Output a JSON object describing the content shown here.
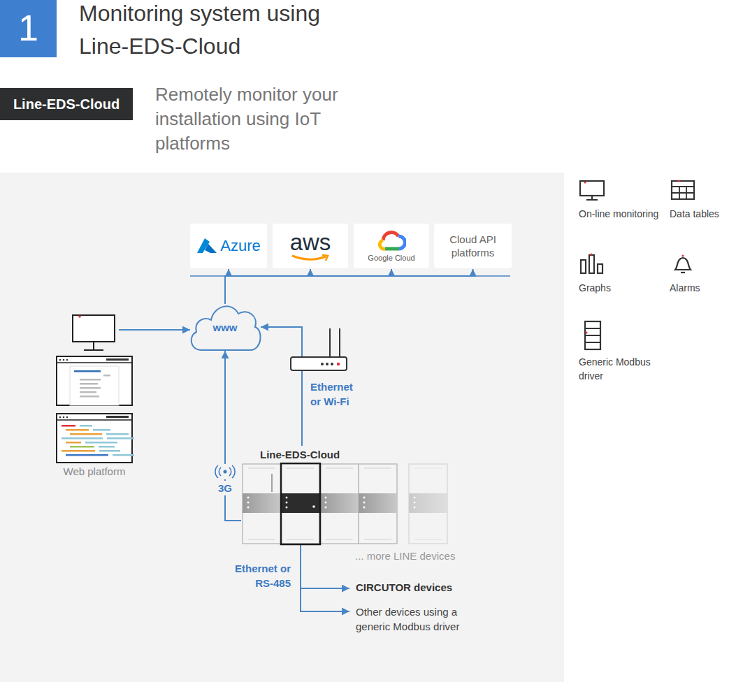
{
  "diagram": {
    "title": "Monitoring system using Line-EDS-Cloud",
    "nodes": [
      {
        "text": [
          "Line-EDS-Cloud"
        ]
      },
      {
        "text": [
          "Azure"
        ]
      },
      {
        "text": [
          "aws"
        ]
      },
      {
        "text": [
          "Google Cloud"
        ]
      },
      {
        "text": [
          "Cloud API platforms"
        ]
      },
      {
        "text": [
          "www"
        ]
      },
      {
        "text": [
          "Web platform"
        ]
      },
      {
        "text": [
          "Line-EDS-Cloud"
        ]
      },
      {
        "text": [
          "CIRCUTOR devices"
        ]
      },
      {
        "text": [
          "Other devices using a generic Modbus driver"
        ]
      }
    ],
    "edges": [
      {
        "from": 5,
        "to": 1,
        "arrow": "to"
      },
      {
        "from": 5,
        "to": 2,
        "arrow": "to"
      },
      {
        "from": 5,
        "to": 3,
        "arrow": "to"
      },
      {
        "from": 5,
        "to": 4,
        "arrow": "to"
      },
      {
        "from": 6,
        "to": 5,
        "arrow": "to"
      },
      {
        "from": 7,
        "to": 5,
        "label": "3G",
        "arrow": "to"
      },
      {
        "from": 7,
        "to": 5,
        "label": "Ethernet or Wi-Fi",
        "arrow": "to"
      },
      {
        "from": 7,
        "to": 8,
        "label": "Ethernet or RS-485",
        "arrow": "to"
      },
      {
        "from": 7,
        "to": 9,
        "arrow": "to"
      }
    ],
    "labels": [
      "1",
      "Remotely monitor your installation using IoT platforms",
      "... more LINE devices"
    ],
    "legend": [
      {
        "text": "On-line monitoring"
      },
      {
        "text": "Data tables"
      },
      {
        "text": "Graphs"
      },
      {
        "text": "Alarms"
      },
      {
        "text": "Generic Modbus driver"
      }
    ]
  }
}
